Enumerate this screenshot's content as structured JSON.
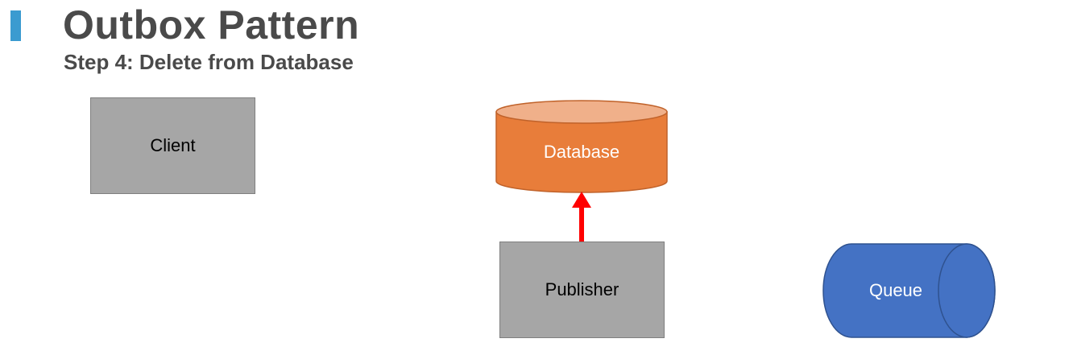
{
  "header": {
    "title": "Outbox Pattern",
    "subtitle": "Step 4: Delete from Database"
  },
  "nodes": {
    "client": "Client",
    "database": "Database",
    "publisher": "Publisher",
    "queue": "Queue"
  },
  "colors": {
    "accent": "#3b9bd0",
    "process_box": "#a6a6a6",
    "database_body": "#e87d3a",
    "database_top": "#f0b08a",
    "queue_body": "#4472c4",
    "arrow": "#ff0000"
  },
  "edges": [
    {
      "from": "Publisher",
      "to": "Database",
      "color": "red"
    }
  ]
}
